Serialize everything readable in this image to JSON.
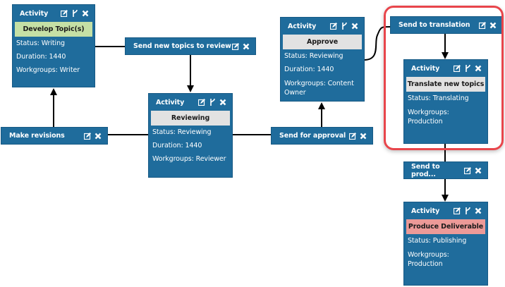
{
  "colors": {
    "node_bg": "#1f6c9c",
    "title_green": "#c5e0a5",
    "title_gray": "#e2e2e2",
    "title_red": "#ec9a98",
    "highlight_border": "#e8454b",
    "connector": "#000000"
  },
  "icons": {
    "edit": "edit-icon",
    "branch": "branch-icon",
    "delete": "close-icon"
  },
  "activities": [
    {
      "id": "develop",
      "header": "Activity",
      "title": "Develop Topic(s)",
      "title_color": "green",
      "status": "Status: Writing",
      "duration": "Duration: 1440",
      "workgroups": "Workgroups: Writer"
    },
    {
      "id": "reviewing",
      "header": "Activity",
      "title": "Reviewing",
      "title_color": "gray",
      "status": "Status: Reviewing",
      "duration": "Duration: 1440",
      "workgroups": "Workgroups: Reviewer"
    },
    {
      "id": "approve",
      "header": "Activity",
      "title": "Approve",
      "title_color": "gray",
      "status": "Status: Reviewing",
      "duration": "Duration: 1440",
      "workgroups": "Workgroups: Content Owner"
    },
    {
      "id": "translate",
      "header": "Activity",
      "title": "Translate new topics",
      "title_color": "gray",
      "status": "Status: Translating",
      "workgroups": "Workgroups: Production"
    },
    {
      "id": "produce",
      "header": "Activity",
      "title": "Produce Deliverable",
      "title_color": "red",
      "status": "Status: Publishing",
      "workgroups": "Workgroups: Production"
    }
  ],
  "transitions": [
    {
      "id": "send-review",
      "label": "Send new topics to review"
    },
    {
      "id": "make-revisions",
      "label": "Make revisions"
    },
    {
      "id": "send-approval",
      "label": "Send for approval"
    },
    {
      "id": "send-translation",
      "label": "Send to translation"
    },
    {
      "id": "send-production",
      "label": "Send to prod..."
    }
  ]
}
